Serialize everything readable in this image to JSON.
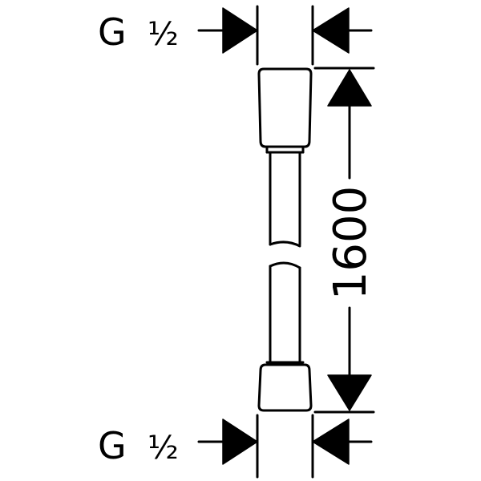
{
  "thread_top": {
    "letter": "G",
    "size": "½"
  },
  "thread_bottom": {
    "letter": "G",
    "size": "½"
  },
  "length_dimension": "1600",
  "colors": {
    "ink": "#000000",
    "paper": "#ffffff"
  }
}
